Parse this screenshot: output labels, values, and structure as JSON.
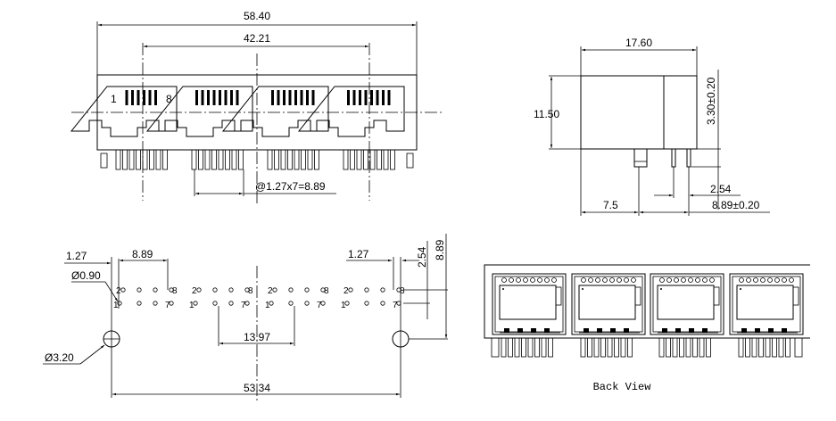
{
  "front_view": {
    "overall_width": "58.40",
    "port_span": "42.21",
    "pin_pitch": "@1.27x7=8.89",
    "pin_first": "1",
    "pin_last": "8"
  },
  "side_view": {
    "depth": "17.60",
    "height": "11.50",
    "pin_offset": "3.30±0.20",
    "pin_spacing": "2.54",
    "front_to_pin": "7.5",
    "pin_row_distance": "8.89±0.20"
  },
  "bottom_view": {
    "edge_left": "1.27",
    "edge_right": "1.27",
    "port_pitch": "8.89",
    "pin_hole_dia": "Ø0.90",
    "mount_hole_dia": "Ø3.20",
    "row_pitch": "2.54",
    "hole_to_row": "8.89",
    "group_offset": "13.97",
    "mount_span": "53.34",
    "pin_labels": {
      "top_first": "2",
      "top_last": "8",
      "bottom_first": "1",
      "bottom_last": "7"
    }
  },
  "back_view": {
    "label": "Back View"
  }
}
